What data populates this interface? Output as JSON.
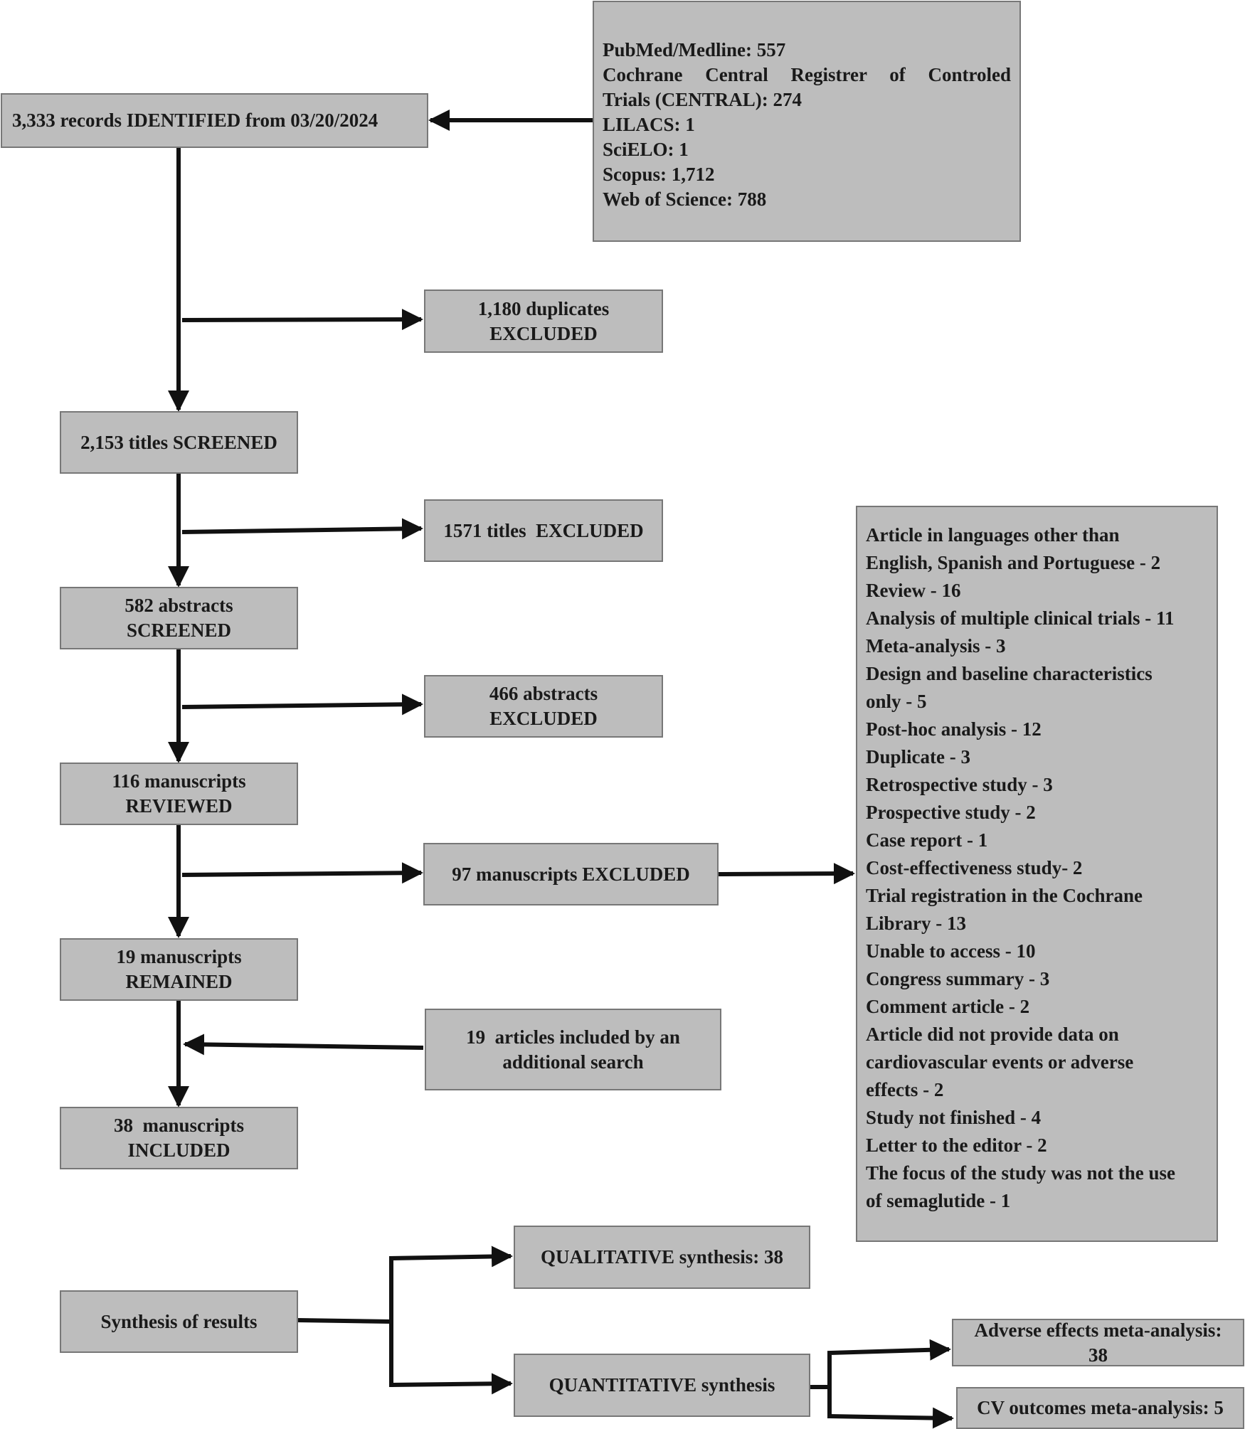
{
  "sources": {
    "lines": [
      "PubMed/Medline: 557",
      "Cochrane Central Registrer of Controled",
      "Trials (CENTRAL): 274",
      "LILACS: 1",
      "SciELO: 1",
      "Scopus: 1,712",
      "Web of Science: 788"
    ]
  },
  "identified": {
    "label": "3,333 records IDENTIFIED from 03/20/2024"
  },
  "duplicates": {
    "lines": [
      "1,180 duplicates",
      "EXCLUDED"
    ]
  },
  "titles_screened": {
    "label": "2,153 titles SCREENED"
  },
  "titles_excluded": {
    "label": "1571 titles  EXCLUDED"
  },
  "abstracts_screened": {
    "lines": [
      "582 abstracts",
      "SCREENED"
    ]
  },
  "abstracts_excluded": {
    "lines": [
      "466 abstracts",
      "EXCLUDED"
    ]
  },
  "manuscripts_reviewed": {
    "lines": [
      "116 manuscripts",
      "REVIEWED"
    ]
  },
  "manuscripts_excluded": {
    "label": "97 manuscripts EXCLUDED"
  },
  "exclusion_reasons": {
    "lines": [
      "Article in languages other than",
      "English, Spanish and Portuguese - 2",
      "Review - 16",
      "Analysis of multiple clinical trials - 11",
      "Meta-analysis - 3",
      "Design and baseline characteristics",
      "only - 5",
      "Post-hoc analysis - 12",
      "Duplicate - 3",
      "Retrospective study - 3",
      "Prospective study - 2",
      "Case report - 1",
      "Cost-effectiveness study- 2",
      "Trial registration in the Cochrane",
      "Library - 13",
      "Unable to access - 10",
      "Congress summary - 3",
      "Comment article - 2",
      "Article did not provide data on",
      "cardiovascular events or adverse",
      "effects - 2",
      "Study not finished - 4",
      "Letter to the editor - 2",
      "The focus of the study was not the use",
      "of semaglutide - 1"
    ]
  },
  "manuscripts_remained": {
    "lines": [
      "19 manuscripts",
      "REMAINED"
    ]
  },
  "additional_search": {
    "lines": [
      "19  articles included by an",
      "additional search"
    ]
  },
  "manuscripts_included": {
    "lines": [
      "38  manuscripts",
      "INCLUDED"
    ]
  },
  "synthesis": {
    "label": "Synthesis of results"
  },
  "qualitative": {
    "label": "QUALITATIVE synthesis: 38"
  },
  "quantitative": {
    "label": "QUANTITATIVE synthesis"
  },
  "adverse_meta": {
    "lines": [
      "Adverse effects meta-analysis:",
      "38"
    ]
  },
  "cv_meta": {
    "label": "CV outcomes meta-analysis: 5"
  },
  "colors": {
    "box_fill": "#bdbdbd",
    "box_border": "#777777",
    "arrow": "#111111"
  }
}
